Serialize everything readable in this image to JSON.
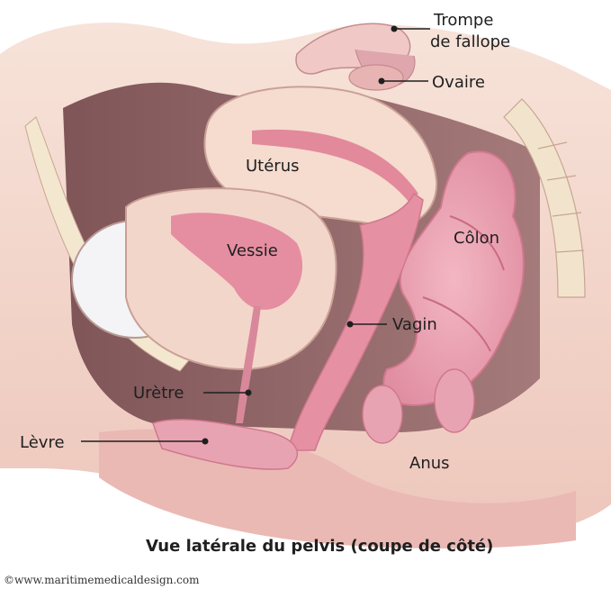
{
  "diagram": {
    "labels": {
      "trompe_line1": "Trompe",
      "trompe_line2": "de fallope",
      "ovaire": "Ovaire",
      "uterus": "Utérus",
      "vessie": "Vessie",
      "colon": "Côlon",
      "vagin": "Vagin",
      "uretre": "Urètre",
      "levre": "Lèvre",
      "anus": "Anus"
    },
    "caption": "Vue latérale du pelvis (coupe de côté)",
    "credit": "©www.maritimemedicaldesign.com"
  },
  "colors": {
    "skin_light": "#f6dfd4",
    "skin_mid": "#efc8bd",
    "skin_dark": "#d9a49f",
    "cavity": "#8d6265",
    "organ_pink": "#e99aac",
    "organ_deep": "#d97a92",
    "bone": "#f3e7cf",
    "bladder_white": "#f4f4f7"
  }
}
